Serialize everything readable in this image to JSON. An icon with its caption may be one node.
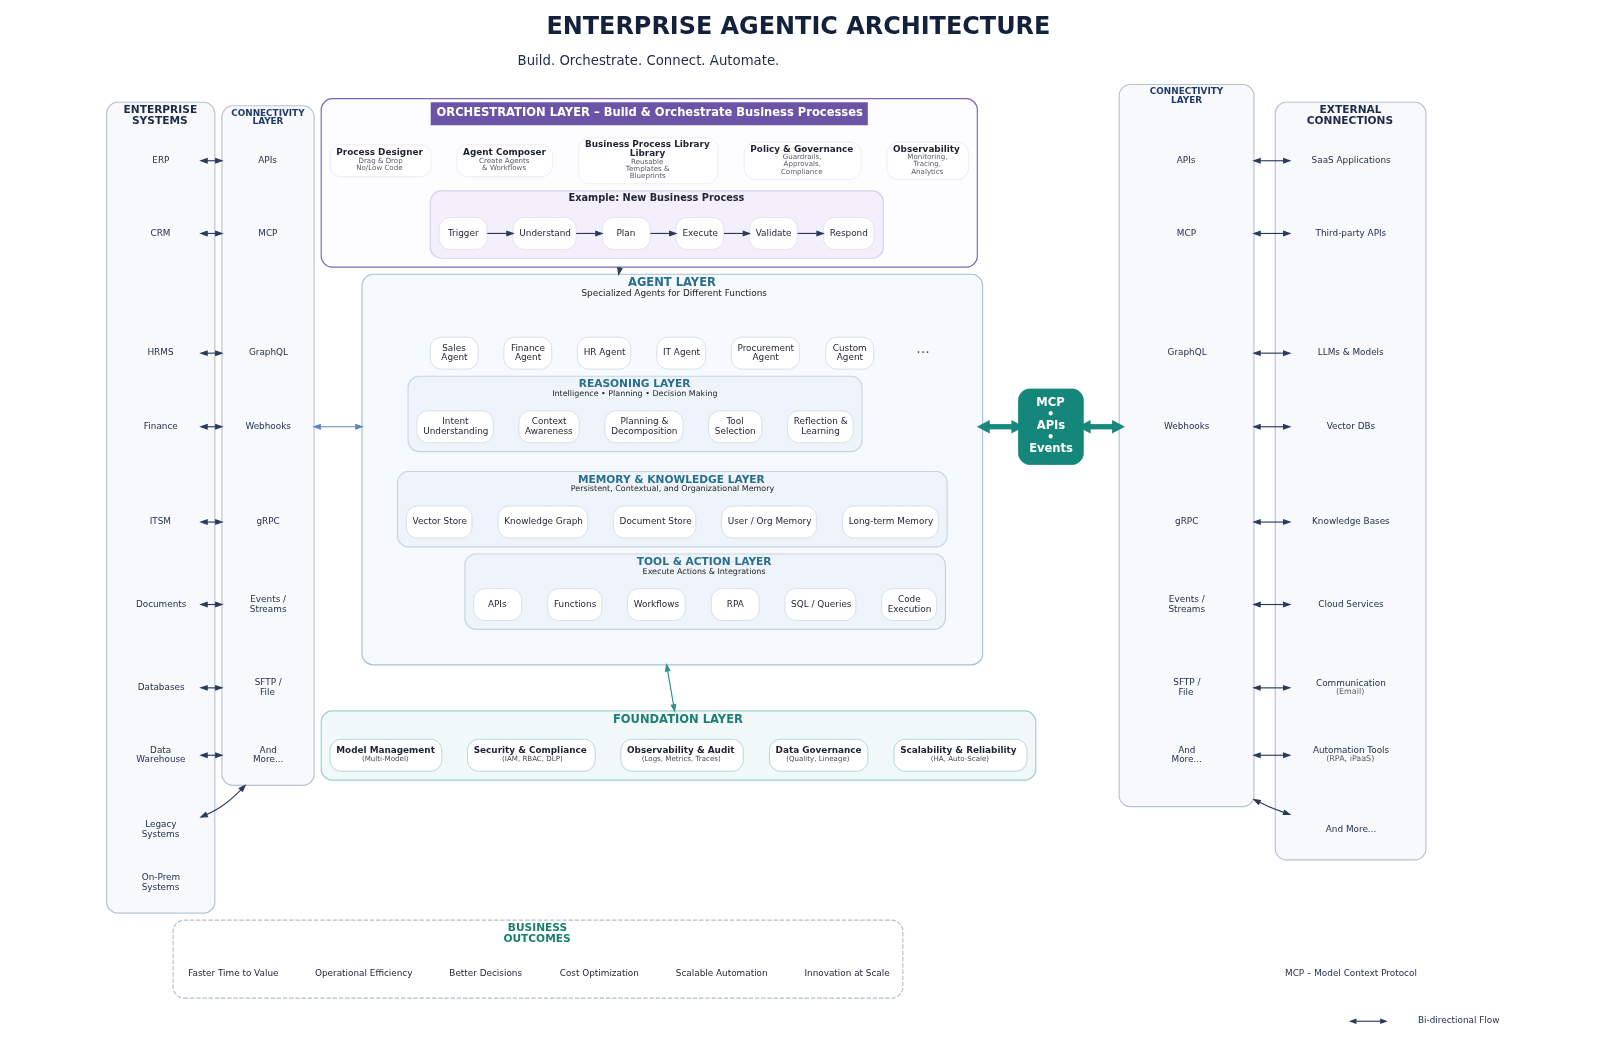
{
  "diagram": {
    "title": "ENTERPRISE AGENTIC ARCHITECTURE",
    "nodes": [
      {
        "text": [
          "ENTERPRISE SYSTEMS"
        ]
      },
      {
        "text": [
          "ERP"
        ],
        "in": 0
      },
      {
        "text": [
          "CRM"
        ],
        "in": 0
      },
      {
        "text": [
          "HRMS"
        ],
        "in": 0
      },
      {
        "text": [
          "Finance"
        ],
        "in": 0
      },
      {
        "text": [
          "ITSM"
        ],
        "in": 0
      },
      {
        "text": [
          "Documents"
        ],
        "in": 0
      },
      {
        "text": [
          "Databases"
        ],
        "in": 0
      },
      {
        "text": [
          "Data Warehouse"
        ],
        "in": 0
      },
      {
        "text": [
          "Legacy Systems"
        ],
        "in": 0
      },
      {
        "text": [
          "On-Prem Systems"
        ],
        "in": 0
      },
      {
        "text": [
          "CONNECTIVITY LAYER"
        ]
      },
      {
        "text": [
          "APIs"
        ],
        "in": 11
      },
      {
        "text": [
          "MCP"
        ],
        "in": 11
      },
      {
        "text": [
          "GraphQL"
        ],
        "in": 11
      },
      {
        "text": [
          "Webhooks"
        ],
        "in": 11
      },
      {
        "text": [
          "gRPC"
        ],
        "in": 11
      },
      {
        "text": [
          "Events / Streams"
        ],
        "in": 11
      },
      {
        "text": [
          "SFTP / File"
        ],
        "in": 11
      },
      {
        "text": [
          "And More..."
        ],
        "in": 11
      },
      {
        "text": [
          "ORCHESTRATION LAYER – Build & Orchestrate Business Processes"
        ]
      },
      {
        "text": [
          "Process Designer",
          "Drag & Drop No/Low Code"
        ],
        "in": 20
      },
      {
        "text": [
          "Agent Composer",
          "Create Agents & Workflows"
        ],
        "in": 20
      },
      {
        "text": [
          "Business Process Library Library",
          "Reusable Templates & Blueprints"
        ],
        "in": 20
      },
      {
        "text": [
          "Policy & Governance",
          "Guardrails, Approvals, Compliance"
        ],
        "in": 20
      },
      {
        "text": [
          "Observability",
          "Monitoring, Tracing, Analytics"
        ],
        "in": 20
      },
      {
        "text": [
          "Example: New Business Process"
        ],
        "in": 20
      },
      {
        "text": [
          "Trigger"
        ],
        "in": 26
      },
      {
        "text": [
          "Understand"
        ],
        "in": 26
      },
      {
        "text": [
          "Plan"
        ],
        "in": 26
      },
      {
        "text": [
          "Execute"
        ],
        "in": 26
      },
      {
        "text": [
          "Validate"
        ],
        "in": 26
      },
      {
        "text": [
          "Respond"
        ],
        "in": 26
      },
      {
        "text": [
          "AGENT LAYER",
          "Specialized Agents for Different Functions"
        ]
      },
      {
        "text": [
          "Sales Agent"
        ],
        "in": 33
      },
      {
        "text": [
          "Finance Agent"
        ],
        "in": 33
      },
      {
        "text": [
          "HR Agent"
        ],
        "in": 33
      },
      {
        "text": [
          "IT Agent"
        ],
        "in": 33
      },
      {
        "text": [
          "Procurement Agent"
        ],
        "in": 33
      },
      {
        "text": [
          "Custom Agent"
        ],
        "in": 33
      },
      {
        "text": [
          "REASONING LAYER",
          "Intelligence • Planning • Decision Making"
        ],
        "in": 33
      },
      {
        "text": [
          "Intent Understanding"
        ],
        "in": 40
      },
      {
        "text": [
          "Context Awareness"
        ],
        "in": 40
      },
      {
        "text": [
          "Planning & Decomposition"
        ],
        "in": 40
      },
      {
        "text": [
          "Tool Selection"
        ],
        "in": 40
      },
      {
        "text": [
          "Reflection & Learning"
        ],
        "in": 40
      },
      {
        "text": [
          "MEMORY & KNOWLEDGE LAYER",
          "Persistent, Contextual, and Organizational Memory"
        ],
        "in": 33
      },
      {
        "text": [
          "Vector Store"
        ],
        "in": 46
      },
      {
        "text": [
          "Knowledge Graph"
        ],
        "in": 46
      },
      {
        "text": [
          "Document Store"
        ],
        "in": 46
      },
      {
        "text": [
          "User / Org Memory"
        ],
        "in": 46
      },
      {
        "text": [
          "Long-term Memory"
        ],
        "in": 46
      },
      {
        "text": [
          "TOOL & ACTION LAYER",
          "Execute Actions & Integrations"
        ],
        "in": 33
      },
      {
        "text": [
          "APIs"
        ],
        "in": 52
      },
      {
        "text": [
          "Functions"
        ],
        "in": 52
      },
      {
        "text": [
          "Workflows"
        ],
        "in": 52
      },
      {
        "text": [
          "RPA"
        ],
        "in": 52
      },
      {
        "text": [
          "SQL / Queries"
        ],
        "in": 52
      },
      {
        "text": [
          "Code Execution"
        ],
        "in": 52
      },
      {
        "text": [
          "MCP • APIs • Events"
        ]
      },
      {
        "text": [
          "FOUNDATION LAYER"
        ]
      },
      {
        "text": [
          "Model Management",
          "(Multi-Model)"
        ],
        "in": 60
      },
      {
        "text": [
          "Security & Compliance",
          "(IAM, RBAC, DLP)"
        ],
        "in": 60
      },
      {
        "text": [
          "Observability & Audit",
          "(Logs, Metrics, Traces)"
        ],
        "in": 60
      },
      {
        "text": [
          "Data Governance",
          "(Quality, Lineage)"
        ],
        "in": 60
      },
      {
        "text": [
          "Scalability & Reliability",
          "(HA, Auto-Scale)"
        ],
        "in": 60
      },
      {
        "text": [
          "CONNECTIVITY LAYER"
        ]
      },
      {
        "text": [
          "APIs"
        ],
        "in": 66
      },
      {
        "text": [
          "MCP"
        ],
        "in": 66
      },
      {
        "text": [
          "GraphQL"
        ],
        "in": 66
      },
      {
        "text": [
          "Webhooks"
        ],
        "in": 66
      },
      {
        "text": [
          "gRPC"
        ],
        "in": 66
      },
      {
        "text": [
          "Events / Streams"
        ],
        "in": 66
      },
      {
        "text": [
          "SFTP / File"
        ],
        "in": 66
      },
      {
        "text": [
          "And More..."
        ],
        "in": 66
      },
      {
        "text": [
          "EXTERNAL CONNECTIONS"
        ]
      },
      {
        "text": [
          "SaaS Applications"
        ],
        "in": 75
      },
      {
        "text": [
          "Third-party APIs"
        ],
        "in": 75
      },
      {
        "text": [
          "LLMs & Models"
        ],
        "in": 75
      },
      {
        "text": [
          "Vector DBs"
        ],
        "in": 75
      },
      {
        "text": [
          "Knowledge Bases"
        ],
        "in": 75
      },
      {
        "text": [
          "Cloud Services"
        ],
        "in": 75
      },
      {
        "text": [
          "Communication",
          "(Email)"
        ],
        "in": 75
      },
      {
        "text": [
          "Automation Tools",
          "(RPA, iPaaS)"
        ],
        "in": 75
      },
      {
        "text": [
          "And More..."
        ],
        "in": 75
      },
      {
        "text": [
          "BUSINESS OUTCOMES"
        ]
      },
      {
        "text": [
          "Faster Time to Value"
        ],
        "in": 85
      },
      {
        "text": [
          "Operational Efficiency"
        ],
        "in": 85
      },
      {
        "text": [
          "Better Decisions"
        ],
        "in": 85
      },
      {
        "text": [
          "Cost Optimization"
        ],
        "in": 85
      },
      {
        "text": [
          "Scalable Automation"
        ],
        "in": 85
      },
      {
        "text": [
          "Innovation at Scale"
        ],
        "in": 85
      }
    ],
    "edges": [
      {
        "from": 1,
        "to": 11,
        "arrow": "both"
      },
      {
        "from": 2,
        "to": 11,
        "arrow": "both"
      },
      {
        "from": 3,
        "to": 11,
        "arrow": "both"
      },
      {
        "from": 4,
        "to": 11,
        "arrow": "both"
      },
      {
        "from": 5,
        "to": 11,
        "arrow": "both"
      },
      {
        "from": 6,
        "to": 11,
        "arrow": "both"
      },
      {
        "from": 7,
        "to": 11,
        "arrow": "both"
      },
      {
        "from": 8,
        "to": 11,
        "arrow": "both"
      },
      {
        "from": 9,
        "to": 11,
        "arrow": "both"
      },
      {
        "from": 11,
        "to": 33,
        "arrow": "both",
        "color": "#5b84c4"
      },
      {
        "from": 20,
        "to": 33,
        "arrow": "to"
      },
      {
        "from": 27,
        "to": 28,
        "arrow": "to"
      },
      {
        "from": 28,
        "to": 29,
        "arrow": "to"
      },
      {
        "from": 29,
        "to": 30,
        "arrow": "to"
      },
      {
        "from": 30,
        "to": 31,
        "arrow": "to"
      },
      {
        "from": 31,
        "to": 32,
        "arrow": "to"
      },
      {
        "from": 33,
        "to": 59,
        "arrow": "both",
        "style": "thick",
        "color": "#17897c"
      },
      {
        "from": 59,
        "to": 66,
        "arrow": "both",
        "style": "thick",
        "color": "#17897c"
      },
      {
        "from": 66,
        "to": 76,
        "arrow": "both"
      },
      {
        "from": 66,
        "to": 77,
        "arrow": "both"
      },
      {
        "from": 66,
        "to": 78,
        "arrow": "both"
      },
      {
        "from": 66,
        "to": 79,
        "arrow": "both"
      },
      {
        "from": 66,
        "to": 80,
        "arrow": "both"
      },
      {
        "from": 66,
        "to": 81,
        "arrow": "both"
      },
      {
        "from": 66,
        "to": 82,
        "arrow": "both"
      },
      {
        "from": 66,
        "to": 83,
        "arrow": "both"
      },
      {
        "from": 66,
        "to": 84,
        "arrow": "both"
      },
      {
        "from": 33,
        "to": 60,
        "arrow": "both",
        "color": "#2f8f88"
      }
    ],
    "labels": [
      "Build. Orchestrate. Connect. Automate.",
      "···",
      "MCP – Model Context Protocol"
    ],
    "legend": [
      {
        "text": "Bi-directional Flow"
      }
    ]
  }
}
